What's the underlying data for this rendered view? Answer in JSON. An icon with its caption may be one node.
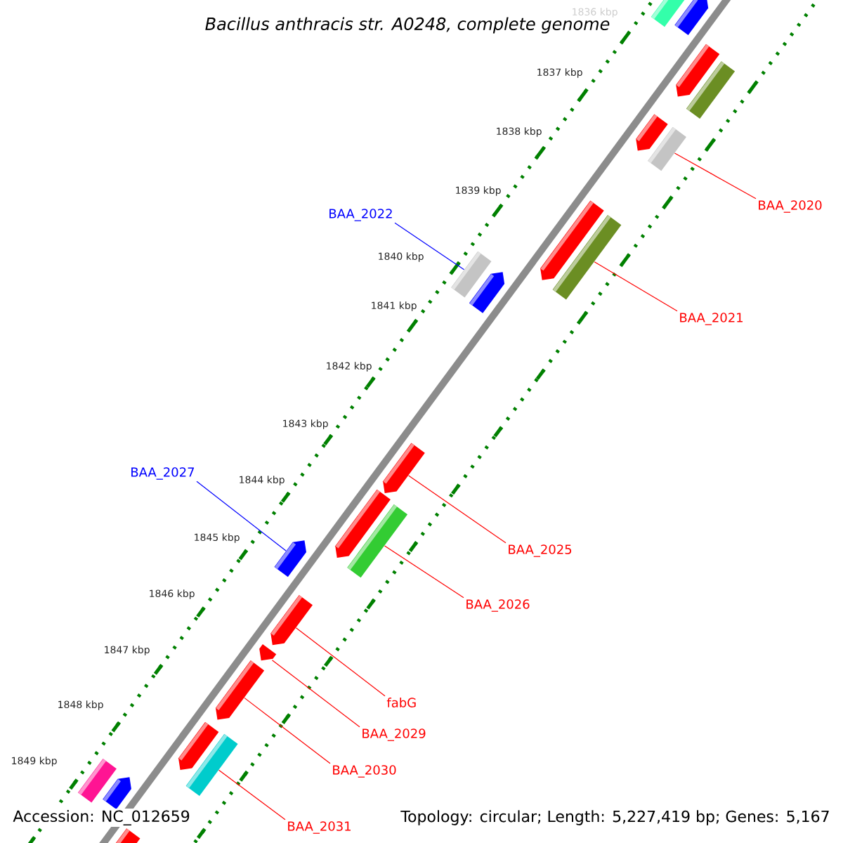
{
  "diagram": {
    "title": "Bacillus anthracis str. A0248, complete genome",
    "nodes": [
      {
        "text": [],
        "shape": "bar"
      },
      {
        "text": [],
        "shape": "bar"
      },
      {
        "text": [],
        "shape": "bar"
      },
      {
        "text": [],
        "shape": "bar"
      },
      {
        "text": [],
        "shape": "bar"
      },
      {
        "text": [],
        "shape": "bar"
      },
      {
        "text": [
          "BAA_2020"
        ]
      },
      {
        "text": [
          "BAA_2022"
        ]
      },
      {
        "text": [],
        "shape": "bar"
      },
      {
        "text": [],
        "shape": "bar"
      },
      {
        "text": [],
        "shape": "bar"
      },
      {
        "text": [],
        "shape": "bar"
      },
      {
        "text": [
          "BAA_2021"
        ]
      },
      {
        "text": [],
        "shape": "bar"
      },
      {
        "text": [
          "BAA_2027"
        ]
      },
      {
        "text": [],
        "shape": "bar"
      },
      {
        "text": [],
        "shape": "bar"
      },
      {
        "text": [
          "BAA_2025"
        ]
      },
      {
        "text": [],
        "shape": "bar"
      },
      {
        "text": [
          "BAA_2026"
        ]
      },
      {
        "text": [],
        "shape": "bar"
      },
      {
        "text": [],
        "shape": "bar"
      },
      {
        "text": [],
        "shape": "bar"
      },
      {
        "text": [
          "fabG"
        ]
      },
      {
        "text": [
          "BAA_2029"
        ]
      },
      {
        "text": [],
        "shape": "bar"
      },
      {
        "text": [],
        "shape": "bar"
      },
      {
        "text": [],
        "shape": "bar"
      },
      {
        "text": [
          "BAA_2030"
        ]
      },
      {
        "text": [],
        "shape": "bar"
      },
      {
        "text": [
          "BAA_2031"
        ]
      },
      {
        "text": [],
        "shape": "bar"
      }
    ],
    "edges": [
      {
        "from": 6,
        "to": 5,
        "arrow": "none"
      },
      {
        "from": 7,
        "to": 10,
        "arrow": "none",
        "color": "#0000ff"
      },
      {
        "from": 12,
        "to": 9,
        "arrow": "none"
      },
      {
        "from": 14,
        "to": 18,
        "arrow": "none",
        "color": "#0000ff"
      },
      {
        "from": 17,
        "to": 13,
        "arrow": "none"
      },
      {
        "from": 19,
        "to": 16,
        "arrow": "none"
      },
      {
        "from": 23,
        "to": 20,
        "arrow": "none"
      },
      {
        "from": 24,
        "to": 21,
        "arrow": "none"
      },
      {
        "from": 28,
        "to": 22,
        "arrow": "none"
      },
      {
        "from": 30,
        "to": 26,
        "arrow": "none"
      }
    ],
    "labels": [
      "1836 kbp",
      "1837 kbp",
      "1838 kbp",
      "1839 kbp",
      "1840 kbp",
      "1841 kbp",
      "1842 kbp",
      "1843 kbp",
      "1844 kbp",
      "1845 kbp",
      "1846 kbp",
      "1847 kbp",
      "1848 kbp",
      "1849 kbp",
      "Accession: NC_012659",
      "Topology: circular; Length: 5,227,419 bp; Genes: 5,167"
    ]
  }
}
